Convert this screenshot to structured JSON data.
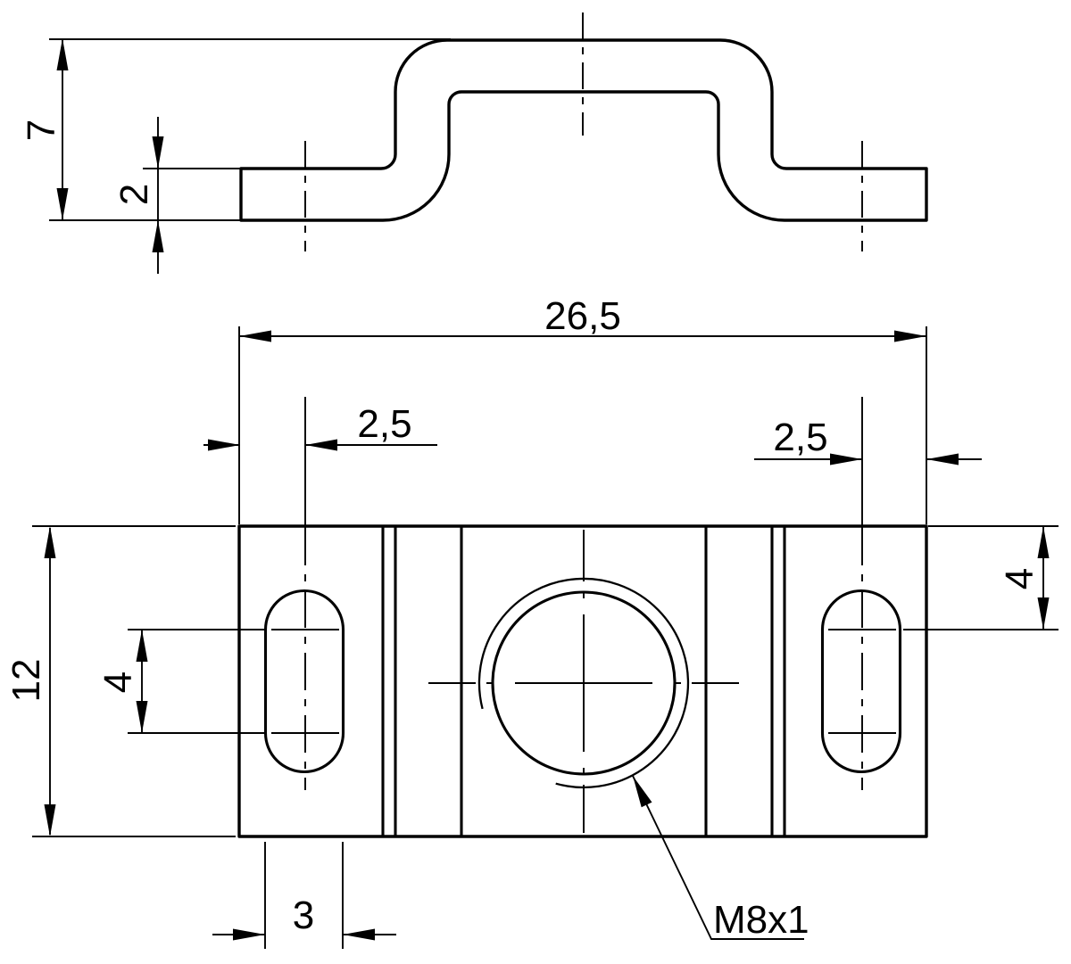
{
  "drawing": {
    "background_color": "#ffffff",
    "line_color": "#000000",
    "thread_callout": "M8x1",
    "dimensions": {
      "profile_height": "7",
      "sheet_thickness": "2",
      "overall_length": "26,5",
      "slot_offset_left": "2,5",
      "slot_offset_right": "2,5",
      "plate_width": "12",
      "slot_center_length_left": "4",
      "slot_center_length_right": "4",
      "slot_width": "3"
    }
  }
}
